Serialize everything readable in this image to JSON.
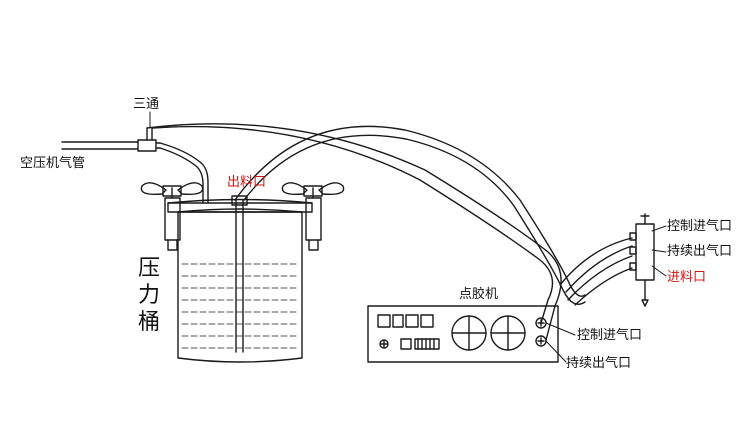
{
  "labels": {
    "tee": "三通",
    "compressor_hose": "空压机气管",
    "outlet_top": "出料口",
    "tank_title": [
      "压",
      "力",
      "桶"
    ],
    "dispenser": "点胶机",
    "valve_control_in": "控制进气口",
    "valve_continuous_out": "持续出气口",
    "valve_material_in": "进料口",
    "machine_control_in": "控制进气口",
    "machine_continuous_out": "持续出气口"
  },
  "colors": {
    "line": "#1a1a1a",
    "liquid_dash": "#555555",
    "highlight_text": "#d01818"
  },
  "icons": [
    "wing-nut-icon",
    "dial-icon",
    "air-port-icon"
  ]
}
